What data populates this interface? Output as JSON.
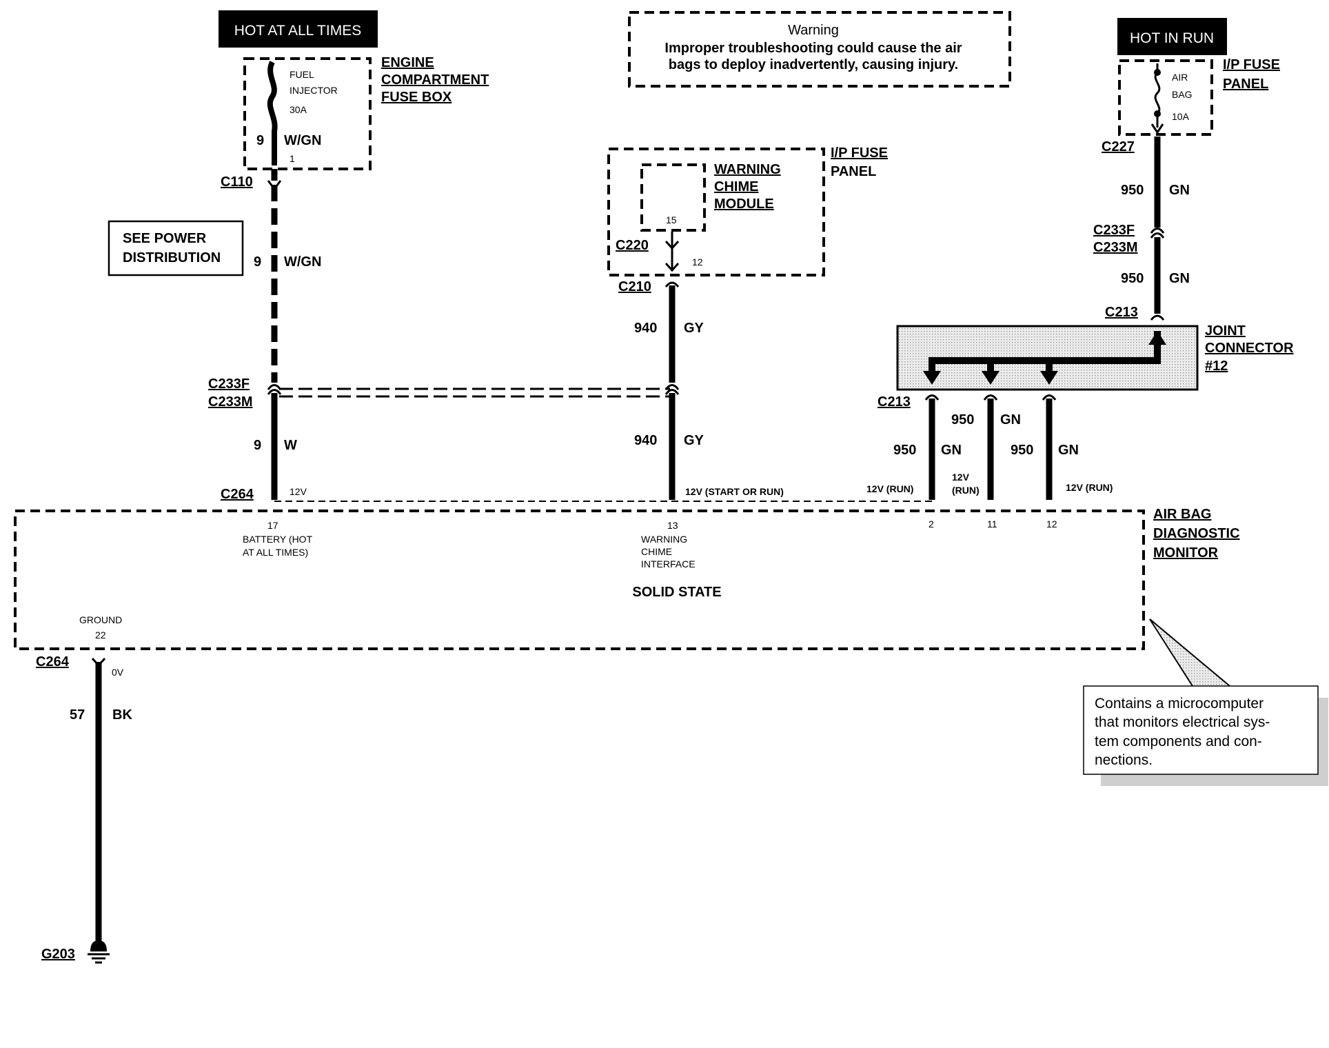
{
  "hot_at_all_times": "HOT AT ALL TIMES",
  "hot_in_run": "HOT IN RUN",
  "warning": {
    "title": "Warning",
    "line1": "Improper troubleshooting could cause the air",
    "line2": "bags to deploy inadvertently, causing injury."
  },
  "engine_fuse_box": {
    "label_lines": [
      "ENGINE",
      "COMPARTMENT",
      "FUSE BOX"
    ],
    "fuse_lines": [
      "FUEL",
      "INJECTOR",
      "30A"
    ],
    "pin": "1",
    "circuit": "9",
    "color": "W/GN"
  },
  "c110": "C110",
  "see_power": [
    "SEE POWER",
    "DISTRIBUTION"
  ],
  "left_wire_mid": {
    "circuit": "9",
    "color": "W/GN"
  },
  "left_c233f": "C233F",
  "left_c233m": "C233M",
  "left_wire_low": {
    "circuit": "9",
    "color": "W"
  },
  "left_c264": "C264",
  "left_voltage": "12V",
  "chime_module": {
    "label_lines": [
      "WARNING",
      "CHIME",
      "MODULE"
    ],
    "pin": "15",
    "connector": "C220",
    "connector_pin": "12",
    "panel_lines": [
      "I/P FUSE",
      "PANEL"
    ]
  },
  "c210": "C210",
  "mid_wire_upper": {
    "circuit": "940",
    "color": "GY"
  },
  "mid_wire_lower": {
    "circuit": "940",
    "color": "GY"
  },
  "mid_voltage": "12V (START OR RUN)",
  "ip_fuse_right": {
    "fuse_lines": [
      "AIR",
      "BAG",
      "10A"
    ],
    "panel_lines": [
      "I/P FUSE",
      "PANEL"
    ]
  },
  "c227": "C227",
  "right_wire_upper": {
    "circuit": "950",
    "color": "GN"
  },
  "right_c233f": "C233F",
  "right_c233m": "C233M",
  "right_wire_mid": {
    "circuit": "950",
    "color": "GN"
  },
  "c213_top": "C213",
  "joint_connector": [
    "JOINT",
    "CONNECTOR",
    "#12"
  ],
  "c213_bottom": "C213",
  "branch_wires": [
    {
      "circuit": "950",
      "color": "GN",
      "voltage": "12V (RUN)",
      "pin": "2"
    },
    {
      "circuit": "950",
      "color": "GN",
      "voltage_lines": [
        "12V",
        "(RUN)"
      ],
      "pin": "11"
    },
    {
      "circuit": "950",
      "color": "GN",
      "voltage": "12V (RUN)",
      "pin": "12"
    }
  ],
  "monitor": {
    "label_lines": [
      "AIR BAG",
      "DIAGNOSTIC",
      "MONITOR"
    ],
    "pin17": "17",
    "pin17_desc": [
      "BATTERY (HOT",
      "AT ALL TIMES)"
    ],
    "pin13": "13",
    "pin13_desc": [
      "WARNING",
      "CHIME",
      "INTERFACE"
    ],
    "center": "SOLID STATE",
    "ground_label": "GROUND",
    "ground_pin": "22"
  },
  "bottom_c264": "C264",
  "ground_voltage": "0V",
  "ground_wire": {
    "circuit": "57",
    "color": "BK"
  },
  "ground_point": "G203",
  "callout": [
    "Contains a microcomputer",
    "that monitors electrical sys-",
    "tem components and con-",
    "nections."
  ],
  "colors": {
    "box_fill": "#e2e2e2",
    "ink": "#000000"
  }
}
